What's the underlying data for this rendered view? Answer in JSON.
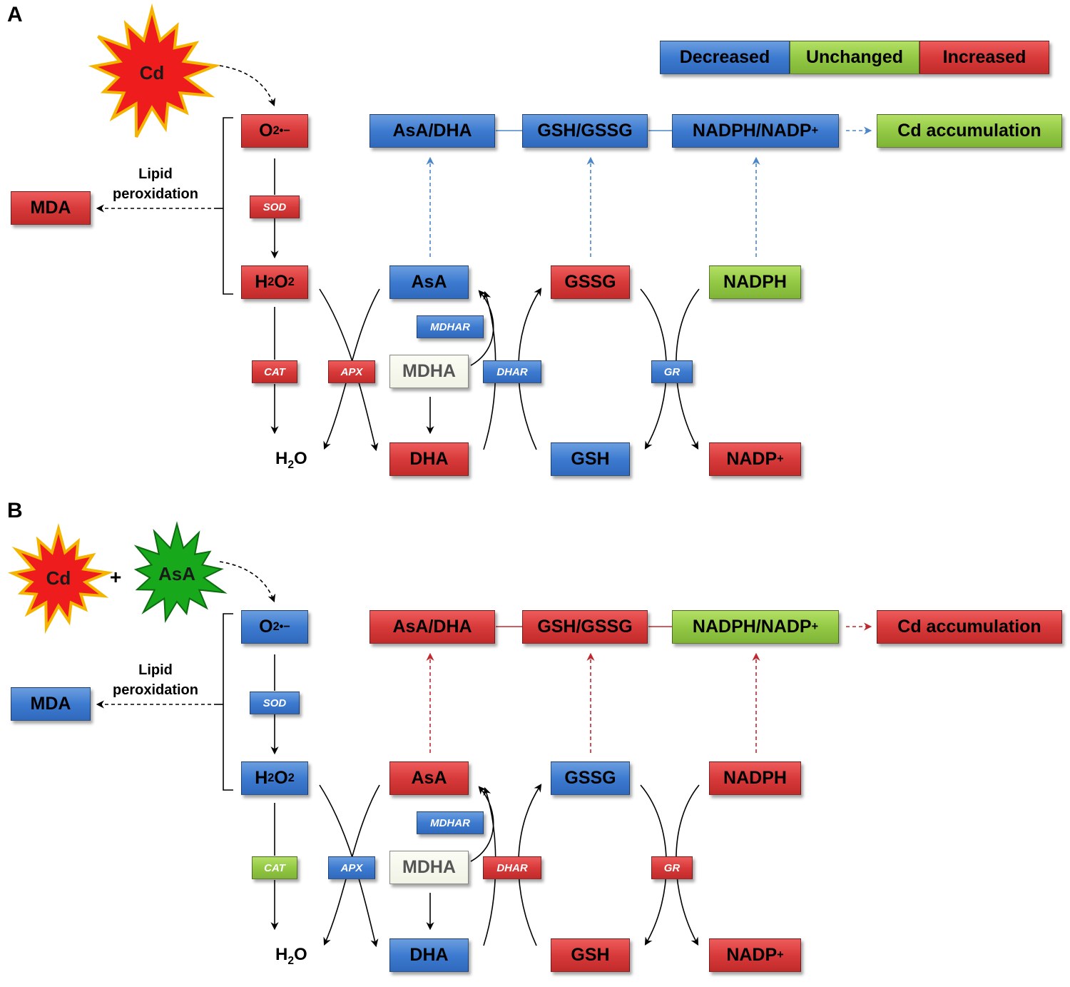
{
  "legend": {
    "decreased": "Decreased",
    "unchanged": "Unchanged",
    "increased": "Increased",
    "colors": {
      "decreased": "#3d7bd0",
      "unchanged": "#93c944",
      "increased": "#d83a3a",
      "neutral": "#f1f3e6"
    }
  },
  "labels": {
    "lipid_line1": "Lipid",
    "lipid_line2": "peroxidation",
    "water": "H",
    "water_sub": "2",
    "water_tail": "O",
    "plus": "+"
  },
  "panels": [
    {
      "letter": "A",
      "stressors": [
        {
          "label": "Cd",
          "color": "red"
        }
      ],
      "nodes": {
        "o2": {
          "text": "O",
          "sub": "2",
          "sup": "•−",
          "status": "increased"
        },
        "h2o2": {
          "text": "H",
          "sub": "2",
          "mid": "O",
          "sub2": "2",
          "status": "increased"
        },
        "mda": {
          "text": "MDA",
          "status": "increased"
        },
        "asa": {
          "text": "AsA",
          "status": "decreased"
        },
        "mdha": {
          "text": "MDHA",
          "status": "neutral"
        },
        "dha": {
          "text": "DHA",
          "status": "increased"
        },
        "gssg": {
          "text": "GSSG",
          "status": "increased"
        },
        "gsh": {
          "text": "GSH",
          "status": "decreased"
        },
        "nadph": {
          "text": "NADPH",
          "status": "unchanged"
        },
        "nadp": {
          "text": "NADP",
          "sup": "+",
          "status": "increased"
        },
        "asa_dha": {
          "text": "AsA/DHA",
          "status": "decreased"
        },
        "gsh_gssg": {
          "text": "GSH/GSSG",
          "status": "decreased"
        },
        "nadph_nadp": {
          "text": "NADPH/NADP",
          "sup": "+",
          "status": "decreased"
        },
        "cd_acc": {
          "text": "Cd accumulation",
          "status": "unchanged"
        }
      },
      "enzymes": {
        "sod": {
          "text": "SOD",
          "status": "increased"
        },
        "cat": {
          "text": "CAT",
          "status": "increased"
        },
        "apx": {
          "text": "APX",
          "status": "increased"
        },
        "mdhar": {
          "text": "MDHAR",
          "status": "decreased"
        },
        "dhar": {
          "text": "DHAR",
          "status": "decreased"
        },
        "gr": {
          "text": "GR",
          "status": "decreased"
        }
      },
      "arrow_color": "#4a86c8"
    },
    {
      "letter": "B",
      "stressors": [
        {
          "label": "Cd",
          "color": "red"
        },
        {
          "label": "AsA",
          "color": "green"
        }
      ],
      "nodes": {
        "o2": {
          "text": "O",
          "sub": "2",
          "sup": "•−",
          "status": "decreased"
        },
        "h2o2": {
          "text": "H",
          "sub": "2",
          "mid": "O",
          "sub2": "2",
          "status": "decreased"
        },
        "mda": {
          "text": "MDA",
          "status": "decreased"
        },
        "asa": {
          "text": "AsA",
          "status": "increased"
        },
        "mdha": {
          "text": "MDHA",
          "status": "neutral"
        },
        "dha": {
          "text": "DHA",
          "status": "decreased"
        },
        "gssg": {
          "text": "GSSG",
          "status": "decreased"
        },
        "gsh": {
          "text": "GSH",
          "status": "increased"
        },
        "nadph": {
          "text": "NADPH",
          "status": "increased"
        },
        "nadp": {
          "text": "NADP",
          "sup": "+",
          "status": "increased"
        },
        "asa_dha": {
          "text": "AsA/DHA",
          "status": "increased"
        },
        "gsh_gssg": {
          "text": "GSH/GSSG",
          "status": "increased"
        },
        "nadph_nadp": {
          "text": "NADPH/NADP",
          "sup": "+",
          "status": "unchanged"
        },
        "cd_acc": {
          "text": "Cd accumulation",
          "status": "increased"
        }
      },
      "enzymes": {
        "sod": {
          "text": "SOD",
          "status": "decreased"
        },
        "cat": {
          "text": "CAT",
          "status": "unchanged"
        },
        "apx": {
          "text": "APX",
          "status": "decreased"
        },
        "mdhar": {
          "text": "MDHAR",
          "status": "decreased"
        },
        "dhar": {
          "text": "DHAR",
          "status": "increased"
        },
        "gr": {
          "text": "GR",
          "status": "increased"
        }
      },
      "arrow_color": "#c0282d"
    }
  ]
}
